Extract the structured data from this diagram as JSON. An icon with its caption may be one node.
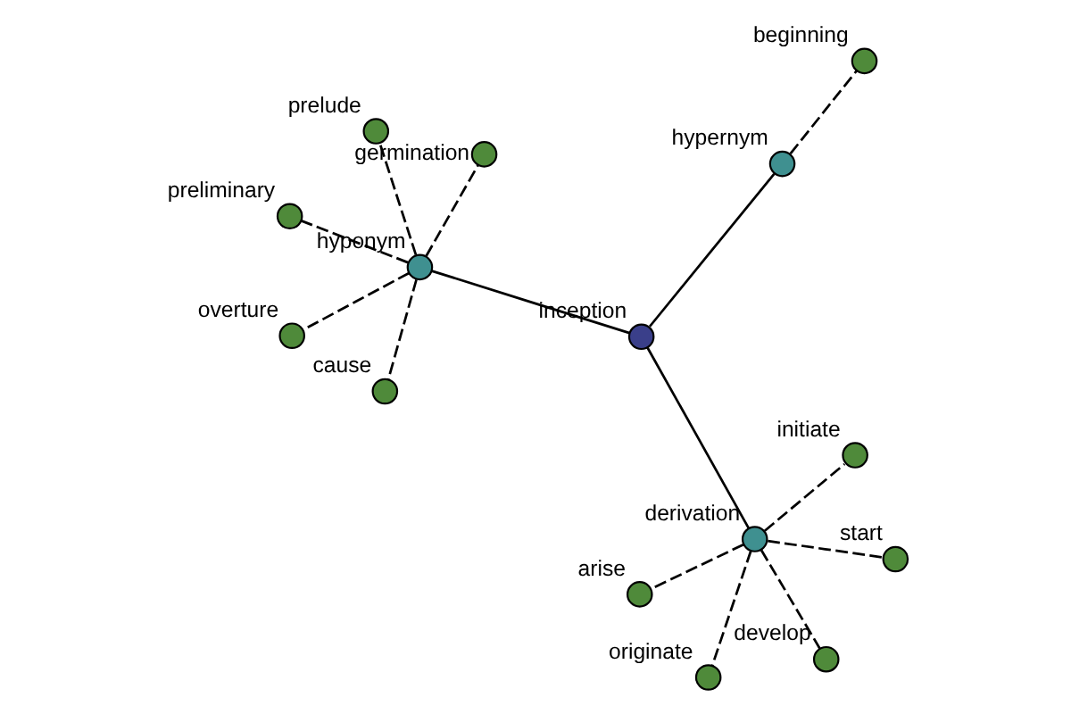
{
  "diagram": {
    "nodes": [
      {
        "text": [
          "inception"
        ]
      },
      {
        "text": [
          "hyponym"
        ]
      },
      {
        "text": [
          "cause"
        ]
      },
      {
        "text": [
          "prelude"
        ]
      },
      {
        "text": [
          "germination"
        ]
      },
      {
        "text": [
          "preliminary"
        ]
      },
      {
        "text": [
          "overture"
        ]
      },
      {
        "text": [
          "derivation"
        ]
      },
      {
        "text": [
          "originate"
        ]
      },
      {
        "text": [
          "start"
        ]
      },
      {
        "text": [
          "develop"
        ]
      },
      {
        "text": [
          "arise"
        ]
      },
      {
        "text": [
          "initiate"
        ]
      },
      {
        "text": [
          "hypernym"
        ]
      },
      {
        "text": [
          "beginning"
        ]
      }
    ],
    "edges": [
      {
        "from": 0,
        "to": 1,
        "arrow": "none"
      },
      {
        "from": 1,
        "to": 2,
        "arrow": "none",
        "style": "dashed"
      },
      {
        "from": 1,
        "to": 3,
        "arrow": "none",
        "style": "dashed"
      },
      {
        "from": 1,
        "to": 4,
        "arrow": "none",
        "style": "dashed"
      },
      {
        "from": 1,
        "to": 5,
        "arrow": "none",
        "style": "dashed"
      },
      {
        "from": 1,
        "to": 6,
        "arrow": "none",
        "style": "dashed"
      },
      {
        "from": 0,
        "to": 7,
        "arrow": "none"
      },
      {
        "from": 7,
        "to": 8,
        "arrow": "none",
        "style": "dashed"
      },
      {
        "from": 7,
        "to": 9,
        "arrow": "none",
        "style": "dashed"
      },
      {
        "from": 7,
        "to": 10,
        "arrow": "none",
        "style": "dashed"
      },
      {
        "from": 7,
        "to": 11,
        "arrow": "none",
        "style": "dashed"
      },
      {
        "from": 7,
        "to": 12,
        "arrow": "none",
        "style": "dashed"
      },
      {
        "from": 0,
        "to": 13,
        "arrow": "none"
      },
      {
        "from": 13,
        "to": 14,
        "arrow": "none",
        "style": "dashed"
      }
    ]
  }
}
